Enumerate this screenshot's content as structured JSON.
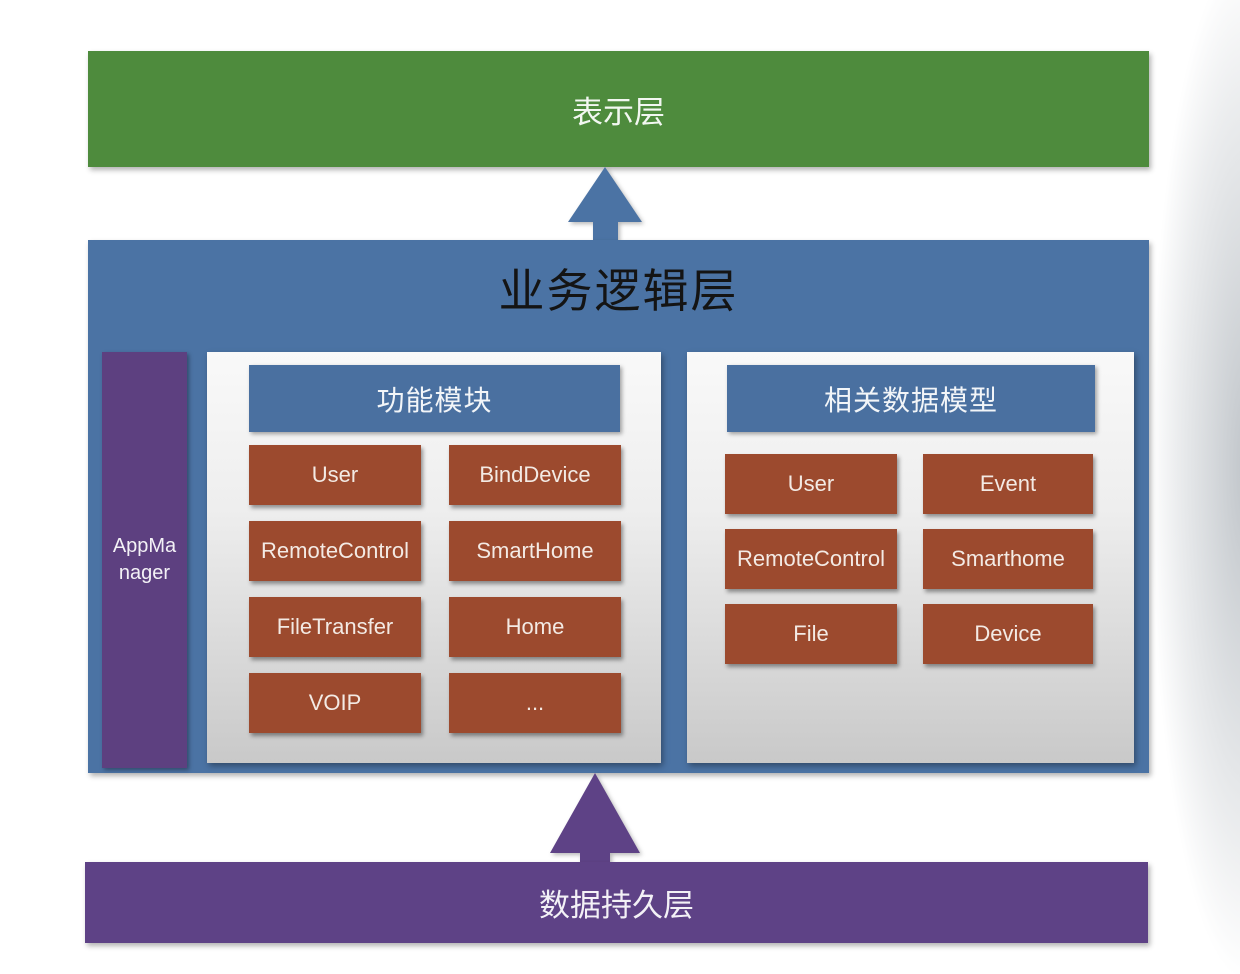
{
  "colors": {
    "presentation_green": "#4e8b3d",
    "business_blue": "#4b73a4",
    "panel_header_blue": "#4a70a0",
    "module_red": "#9c4a2e",
    "purple": "#5e4286",
    "panel_gray_top": "#f9f9f9",
    "panel_gray_bottom": "#c9c9c9",
    "title_text": "#141414",
    "label_text": "#ffffff"
  },
  "diagram": {
    "presentation_layer": {
      "label": "表示层"
    },
    "business_layer": {
      "title": "业务逻辑层",
      "app_manager_label": "AppManager",
      "function_modules": {
        "header": "功能模块",
        "items": [
          "User",
          "BindDevice",
          "RemoteControl",
          "SmartHome",
          "FileTransfer",
          "Home",
          "VOIP",
          "..."
        ]
      },
      "data_models": {
        "header": "相关数据模型",
        "items": [
          "User",
          "Event",
          "RemoteControl",
          "Smarthome",
          "File",
          "Device"
        ]
      }
    },
    "persistence_layer": {
      "label": "数据持久层"
    }
  }
}
